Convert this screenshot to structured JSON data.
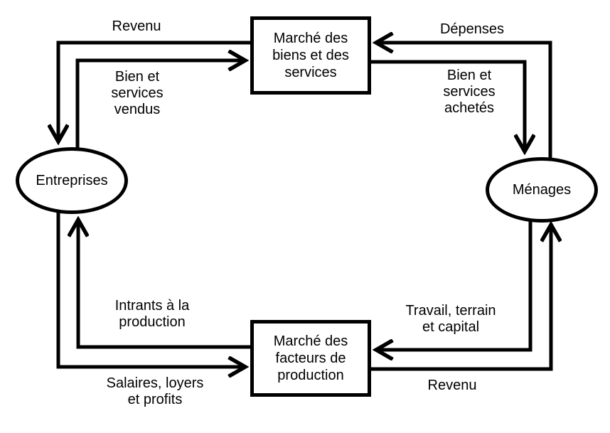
{
  "diagram": {
    "kind": "circular-flow",
    "colors": {
      "line": "#000000",
      "background": "#ffffff",
      "text": "#000000"
    },
    "nodes": {
      "goods_market": {
        "label": "Marché des\nbiens et des\nservices"
      },
      "factors_market": {
        "label": "Marché des\nfacteurs de\nproduction"
      },
      "firms": {
        "label": "Entreprises"
      },
      "households": {
        "label": "Ménages"
      }
    },
    "flows": {
      "revenue_top": {
        "label": "Revenu",
        "from": "goods_market",
        "to": "firms"
      },
      "goods_sold": {
        "label": "Bien et\nservices\nvendus",
        "from": "firms",
        "to": "goods_market"
      },
      "expenses": {
        "label": "Dépenses",
        "from": "households",
        "to": "goods_market"
      },
      "goods_bought": {
        "label": "Bien et\nservices\nachetés",
        "from": "goods_market",
        "to": "households"
      },
      "inputs": {
        "label": "Intrants à la\nproduction",
        "from": "factors_market",
        "to": "firms"
      },
      "wages": {
        "label": "Salaires, loyers\net profits",
        "from": "firms",
        "to": "factors_market"
      },
      "labor": {
        "label": "Travail, terrain\net capital",
        "from": "households",
        "to": "factors_market"
      },
      "revenue_bottom": {
        "label": "Revenu",
        "from": "factors_market",
        "to": "households"
      }
    }
  }
}
